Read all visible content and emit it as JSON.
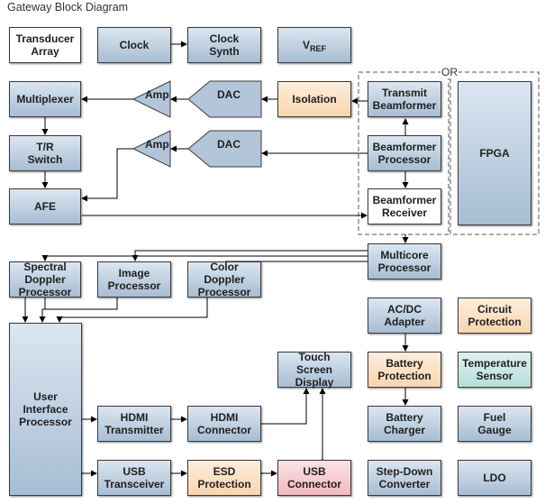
{
  "title": "Gateway Block Diagram",
  "or_label": "OR",
  "blocks": {
    "transducer": "Transducer\nArray",
    "clock": "Clock",
    "clock_synth": "Clock\nSynth",
    "vref_main": "V",
    "vref_sub": "REF",
    "multiplexer": "Multiplexer",
    "amp_tx": "Amp",
    "dac_tx": "DAC",
    "isolation": "Isolation",
    "transmit_bf": "Transmit\nBeamformer",
    "tr_switch": "T/R\nSwitch",
    "amp_rx": "Amp",
    "dac_rx": "DAC",
    "bf_processor": "Beamformer\nProcessor",
    "fpga": "FPGA",
    "afe": "AFE",
    "bf_receiver": "Beamformer\nReceiver",
    "multicore": "Multicore\nProcessor",
    "spectral": "Spectral\nDoppler\nProcessor",
    "image": "Image\nProcessor",
    "color": "Color\nDoppler\nProcessor",
    "acdc": "AC/DC\nAdapter",
    "circuit_protection": "Circuit\nProtection",
    "user_interface": "User\nInterface\nProcessor",
    "touch_screen": "Touch\nScreen\nDisplay",
    "battery_protection": "Battery\nProtection",
    "temperature": "Temperature\nSensor",
    "hdmi_tx": "HDMI\nTransmitter",
    "hdmi_conn": "HDMI\nConnector",
    "battery_charger": "Battery\nCharger",
    "fuel_gauge": "Fuel\nGauge",
    "usb_tx": "USB\nTransceiver",
    "esd": "ESD\nProtection",
    "usb_conn": "USB\nConnector",
    "step_down": "Step-Down\nConverter",
    "ldo": "LDO"
  },
  "colors": {
    "blue": "#b9cbdd",
    "peach": "#fbe0c2",
    "teal": "#c9e8e3",
    "pink": "#f5ccd1",
    "line": "#000000"
  }
}
